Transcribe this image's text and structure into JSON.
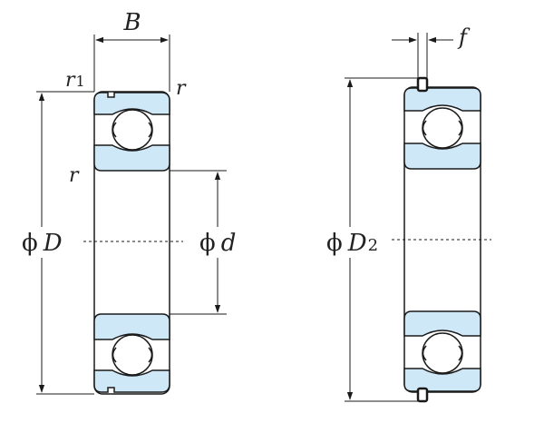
{
  "diagram": {
    "labels": {
      "width": "B",
      "chamfer_outer": "r",
      "chamfer_outer_subscript": "1",
      "chamfer_right": "r",
      "chamfer_side": "r",
      "outer_diameter_symbol": "ϕ",
      "outer_diameter": "D",
      "bore_diameter_symbol": "ϕ",
      "bore_diameter": "d",
      "snap_ring_diameter_symbol": "ϕ",
      "snap_ring_diameter": "D",
      "snap_ring_diameter_subscript": "2",
      "snap_ring_groove": "f"
    },
    "colors": {
      "ring_fill": "#cfe8f7",
      "line": "#1a1a1a",
      "background": "#ffffff"
    }
  }
}
